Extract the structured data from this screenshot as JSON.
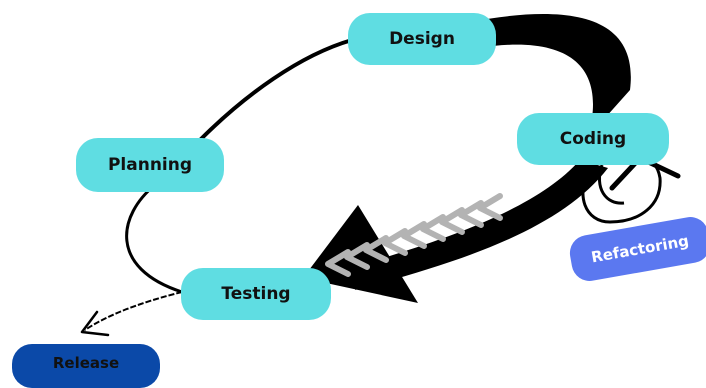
{
  "diagram": {
    "type": "agile-development-cycle",
    "nodes": {
      "design": "Design",
      "coding": "Coding",
      "planning": "Planning",
      "testing": "Testing",
      "release": "Release",
      "refactoring": "Refactoring"
    },
    "cycle_order": [
      "Planning",
      "Design",
      "Coding",
      "Testing"
    ],
    "loops": [
      {
        "from": "Coding",
        "to": "Coding",
        "label": "Refactoring"
      }
    ],
    "exits": [
      {
        "from": "Testing",
        "to": "Release"
      }
    ]
  },
  "colors": {
    "stage_fill": "#5fdde2",
    "release_fill": "#0b49a8",
    "refactoring_fill": "#5b78f0",
    "arrow": "#000000",
    "chevrons": "#b3b3b3",
    "text": "#111111"
  }
}
